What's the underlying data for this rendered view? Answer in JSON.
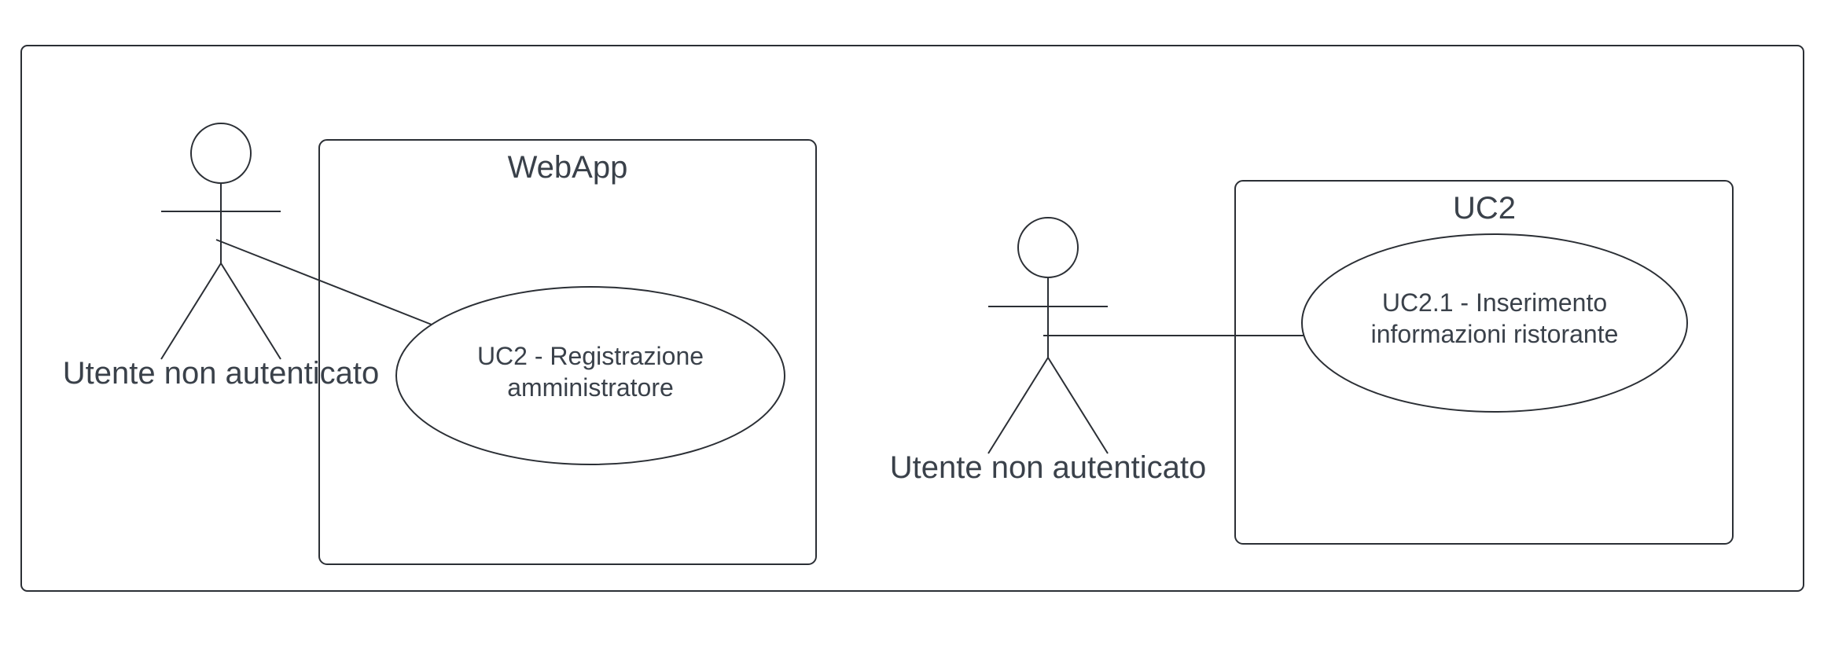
{
  "left_diagram": {
    "actor_label": "Utente non autenticato",
    "system_title": "WebApp",
    "use_case_line1": "UC2 - Registrazione",
    "use_case_line2": "amministratore"
  },
  "right_diagram": {
    "actor_label": "Utente non autenticato",
    "system_title": "UC2",
    "use_case_line1": "UC2.1 - Inserimento",
    "use_case_line2": "informazioni ristorante"
  },
  "colors": {
    "stroke": "#2b2f35",
    "text": "#3a414a",
    "background": "#ffffff"
  }
}
